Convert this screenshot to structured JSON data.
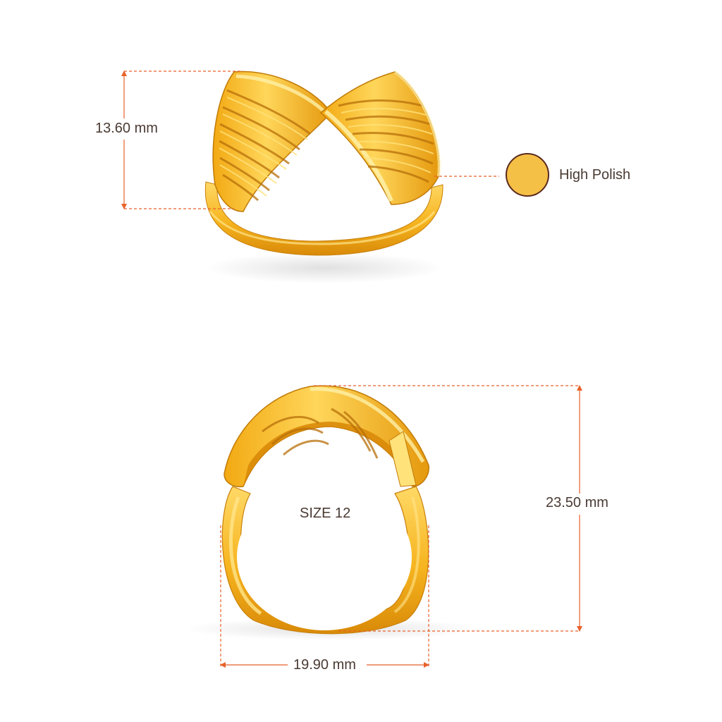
{
  "measurements": {
    "top_view_height": "13.60 mm",
    "front_view_height": "23.50 mm",
    "width": "19.90 mm"
  },
  "finish": {
    "label": "High Polish",
    "swatch_color": "#f5c046"
  },
  "ring_size": "SIZE 12",
  "colors": {
    "gold_light": "#ffd65a",
    "gold_mid": "#f6b41f",
    "gold_dark": "#d98a08",
    "dimension_line": "#e8622a",
    "text": "#4a3a33"
  }
}
